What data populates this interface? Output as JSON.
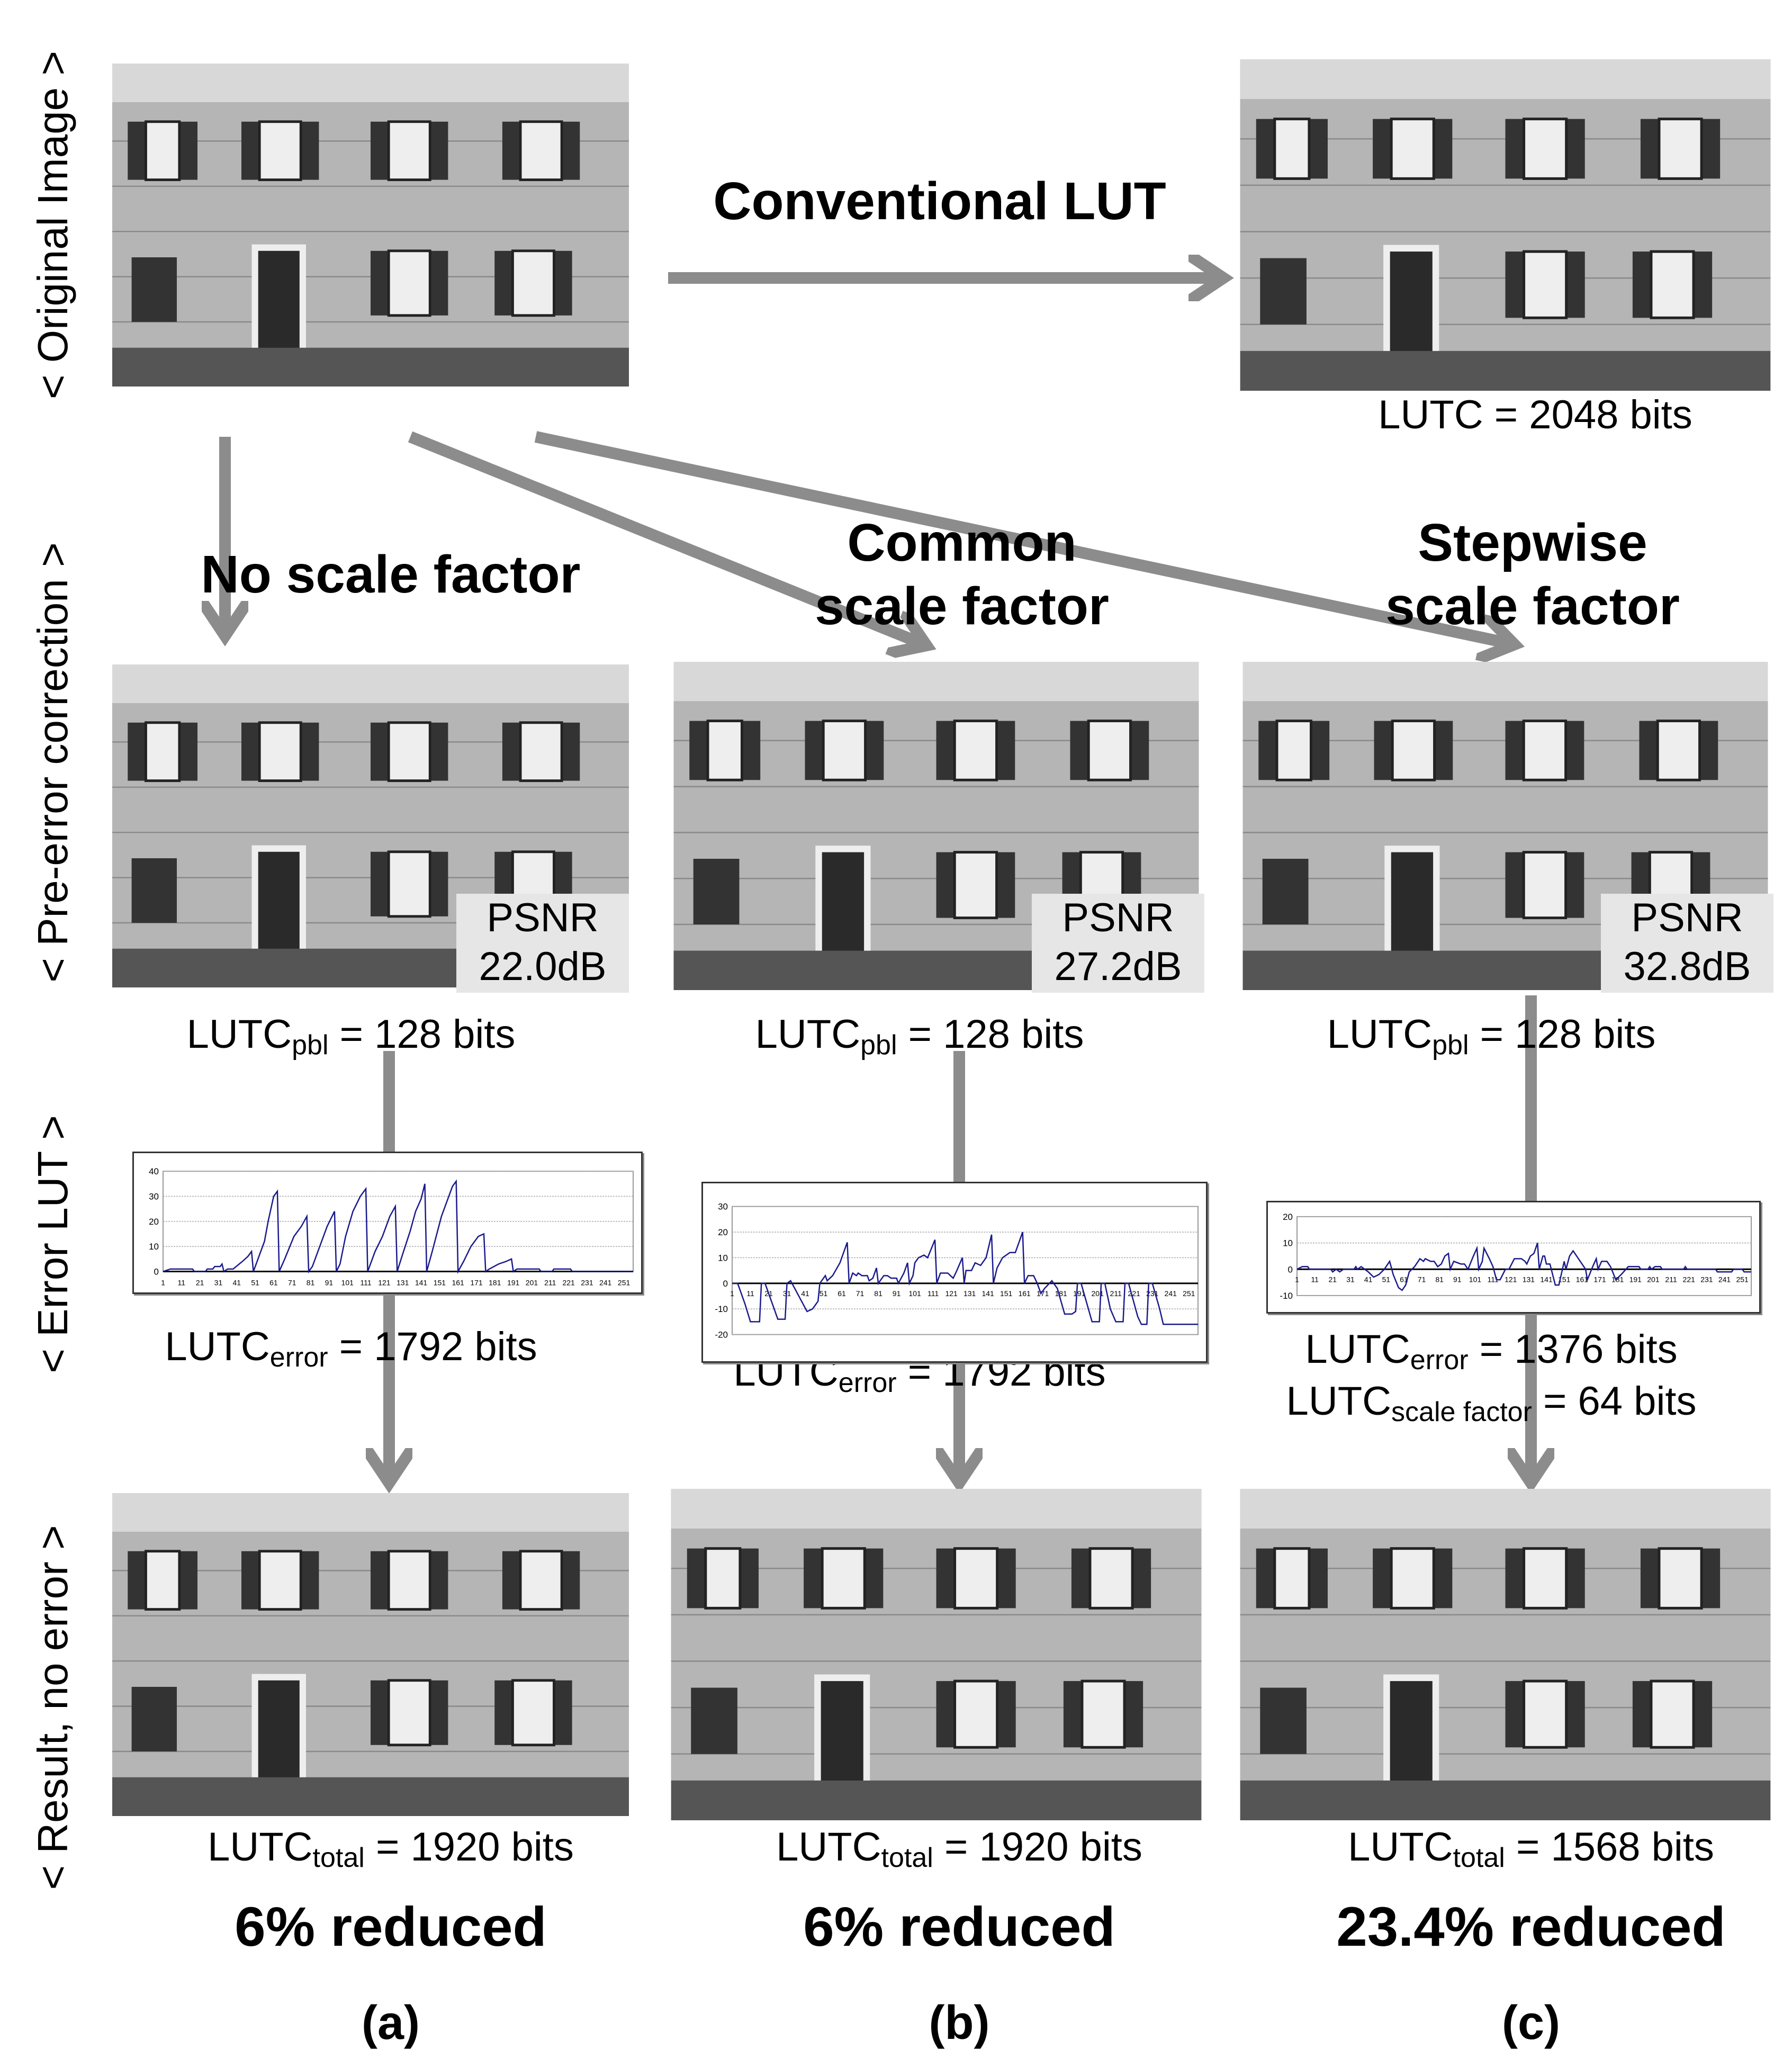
{
  "row_labels": [
    "< Original Image >",
    "< Pre-error correction >",
    "< Error LUT >",
    "< Result, no error >"
  ],
  "conventional": {
    "title": "Conventional LUT",
    "caption": "LUTC = 2048 bits"
  },
  "columns": [
    {
      "header": [
        "No scale factor"
      ],
      "psnr_label": "PSNR",
      "psnr_value": "22.0dB",
      "pbl": {
        "base": "LUTC",
        "sub": "pbl",
        "rest": " = 128 bits"
      },
      "error": [
        {
          "base": "LUTC",
          "sub": "error",
          "rest": " = 1792 bits"
        }
      ],
      "total": {
        "base": "LUTC",
        "sub": "total",
        "rest": " = 1920 bits"
      },
      "reduced": "6% reduced",
      "tag": "(a)"
    },
    {
      "header": [
        "Common",
        "scale factor"
      ],
      "psnr_label": "PSNR",
      "psnr_value": "27.2dB",
      "pbl": {
        "base": "LUTC",
        "sub": "pbl",
        "rest": " = 128 bits"
      },
      "error": [
        {
          "base": "LUTC",
          "sub": "error",
          "rest": " = 1792 bits"
        }
      ],
      "total": {
        "base": "LUTC",
        "sub": "total",
        "rest": " = 1920 bits"
      },
      "reduced": "6% reduced",
      "tag": "(b)"
    },
    {
      "header": [
        "Stepwise",
        "scale factor"
      ],
      "psnr_label": "PSNR",
      "psnr_value": "32.8dB",
      "pbl": {
        "base": "LUTC",
        "sub": "pbl",
        "rest": " = 128 bits"
      },
      "error": [
        {
          "base": "LUTC",
          "sub": "error",
          "rest": " = 1376 bits"
        },
        {
          "base": "LUTC",
          "sub": "scale factor",
          "rest": " = 64 bits"
        }
      ],
      "total": {
        "base": "LUTC",
        "sub": "total",
        "rest": " = 1568 bits"
      },
      "reduced": "23.4% reduced",
      "tag": "(c)"
    }
  ],
  "colors": {
    "arrow": "#8c8c8c",
    "line": "#1a1a8c",
    "psnr_bg": "#e6e6e6"
  },
  "chart_data": [
    {
      "type": "line",
      "title": "",
      "xticks": [
        1,
        11,
        21,
        31,
        41,
        51,
        61,
        71,
        81,
        91,
        101,
        111,
        121,
        131,
        141,
        151,
        161,
        171,
        181,
        191,
        201,
        211,
        221,
        231,
        241,
        251
      ],
      "ylim": [
        0,
        40
      ],
      "yticks": [
        0,
        10,
        20,
        30,
        40
      ],
      "points": [
        [
          1,
          0
        ],
        [
          5,
          1
        ],
        [
          17,
          1
        ],
        [
          18,
          0
        ],
        [
          24,
          0
        ],
        [
          25,
          1
        ],
        [
          28,
          1
        ],
        [
          29,
          2
        ],
        [
          32,
          2
        ],
        [
          33,
          3
        ],
        [
          34,
          0
        ],
        [
          36,
          1
        ],
        [
          39,
          1
        ],
        [
          44,
          4
        ],
        [
          47,
          6
        ],
        [
          49,
          8
        ],
        [
          50,
          0
        ],
        [
          52,
          4
        ],
        [
          56,
          12
        ],
        [
          58,
          20
        ],
        [
          61,
          30
        ],
        [
          63,
          32
        ],
        [
          64,
          0
        ],
        [
          67,
          5
        ],
        [
          72,
          14
        ],
        [
          76,
          18
        ],
        [
          79,
          22
        ],
        [
          80,
          0
        ],
        [
          82,
          2
        ],
        [
          86,
          10
        ],
        [
          90,
          18
        ],
        [
          94,
          24
        ],
        [
          95,
          0
        ],
        [
          97,
          3
        ],
        [
          100,
          14
        ],
        [
          104,
          24
        ],
        [
          108,
          30
        ],
        [
          111,
          33
        ],
        [
          112,
          0
        ],
        [
          116,
          8
        ],
        [
          120,
          14
        ],
        [
          124,
          22
        ],
        [
          127,
          26
        ],
        [
          128,
          0
        ],
        [
          131,
          7
        ],
        [
          135,
          16
        ],
        [
          138,
          24
        ],
        [
          141,
          29
        ],
        [
          143,
          35
        ],
        [
          144,
          0
        ],
        [
          147,
          8
        ],
        [
          152,
          22
        ],
        [
          155,
          28
        ],
        [
          158,
          34
        ],
        [
          160,
          36
        ],
        [
          161,
          0
        ],
        [
          164,
          4
        ],
        [
          168,
          10
        ],
        [
          172,
          14
        ],
        [
          175,
          15
        ],
        [
          176,
          0
        ],
        [
          178,
          1
        ],
        [
          183,
          3
        ],
        [
          187,
          4
        ],
        [
          190,
          5
        ],
        [
          191,
          0
        ],
        [
          193,
          1
        ],
        [
          205,
          1
        ],
        [
          206,
          0
        ],
        [
          212,
          0
        ],
        [
          213,
          1
        ],
        [
          222,
          1
        ],
        [
          223,
          0
        ],
        [
          256,
          0
        ]
      ]
    },
    {
      "type": "line",
      "title": "",
      "xticks": [
        1,
        11,
        21,
        31,
        41,
        51,
        61,
        71,
        81,
        91,
        101,
        111,
        121,
        131,
        141,
        151,
        161,
        171,
        181,
        191,
        201,
        211,
        221,
        231,
        241,
        251
      ],
      "ylim": [
        -20,
        30
      ],
      "yticks": [
        -20,
        -10,
        0,
        10,
        20,
        30
      ],
      "points": [
        [
          1,
          0
        ],
        [
          4,
          0
        ],
        [
          8,
          -8
        ],
        [
          11,
          -15
        ],
        [
          16,
          -15
        ],
        [
          17,
          0
        ],
        [
          19,
          0
        ],
        [
          24,
          -10
        ],
        [
          26,
          -14
        ],
        [
          30,
          -14
        ],
        [
          31,
          0
        ],
        [
          33,
          1
        ],
        [
          36,
          -3
        ],
        [
          42,
          -11
        ],
        [
          45,
          -10
        ],
        [
          48,
          -7
        ],
        [
          49,
          0
        ],
        [
          52,
          3
        ],
        [
          53,
          1
        ],
        [
          56,
          3
        ],
        [
          60,
          8
        ],
        [
          63,
          14
        ],
        [
          64,
          16
        ],
        [
          65,
          0
        ],
        [
          67,
          4
        ],
        [
          69,
          3
        ],
        [
          70,
          4
        ],
        [
          72,
          3
        ],
        [
          75,
          3
        ],
        [
          76,
          1
        ],
        [
          78,
          2
        ],
        [
          80,
          6
        ],
        [
          81,
          0
        ],
        [
          84,
          3
        ],
        [
          86,
          3
        ],
        [
          88,
          2
        ],
        [
          91,
          2
        ],
        [
          92,
          0
        ],
        [
          95,
          4
        ],
        [
          97,
          8
        ],
        [
          98,
          0
        ],
        [
          100,
          3
        ],
        [
          101,
          8
        ],
        [
          103,
          10
        ],
        [
          106,
          11
        ],
        [
          108,
          10
        ],
        [
          112,
          17
        ],
        [
          113,
          0
        ],
        [
          115,
          4
        ],
        [
          119,
          4
        ],
        [
          122,
          2
        ],
        [
          124,
          5
        ],
        [
          127,
          10
        ],
        [
          128,
          0
        ],
        [
          129,
          5
        ],
        [
          132,
          5
        ],
        [
          134,
          8
        ],
        [
          137,
          7
        ],
        [
          140,
          10
        ],
        [
          143,
          19
        ],
        [
          144,
          0
        ],
        [
          146,
          6
        ],
        [
          149,
          10
        ],
        [
          153,
          12
        ],
        [
          156,
          12
        ],
        [
          160,
          20
        ],
        [
          161,
          0
        ],
        [
          163,
          3
        ],
        [
          166,
          3
        ],
        [
          168,
          0
        ],
        [
          170,
          -4
        ],
        [
          172,
          -2
        ],
        [
          176,
          1
        ],
        [
          179,
          -2
        ],
        [
          183,
          -12
        ],
        [
          187,
          -12
        ],
        [
          189,
          -11
        ],
        [
          190,
          0
        ],
        [
          192,
          0
        ],
        [
          196,
          -10
        ],
        [
          198,
          -15
        ],
        [
          202,
          -15
        ],
        [
          203,
          0
        ],
        [
          205,
          0
        ],
        [
          208,
          -10
        ],
        [
          211,
          -15
        ],
        [
          215,
          -15
        ],
        [
          216,
          0
        ],
        [
          218,
          0
        ],
        [
          223,
          -13
        ],
        [
          225,
          -16
        ],
        [
          228,
          -16
        ],
        [
          229,
          0
        ],
        [
          231,
          0
        ],
        [
          235,
          -10
        ],
        [
          237,
          -16
        ],
        [
          256,
          -16
        ]
      ]
    },
    {
      "type": "line",
      "title": "",
      "xticks": [
        1,
        11,
        21,
        31,
        41,
        51,
        61,
        71,
        81,
        91,
        101,
        111,
        121,
        131,
        141,
        151,
        161,
        171,
        181,
        191,
        201,
        211,
        221,
        231,
        241,
        251
      ],
      "ylim": [
        -10,
        20
      ],
      "yticks": [
        -10,
        0,
        10,
        20
      ],
      "points": [
        [
          1,
          0
        ],
        [
          4,
          1
        ],
        [
          7,
          1
        ],
        [
          8,
          0
        ],
        [
          20,
          0
        ],
        [
          21,
          -1
        ],
        [
          23,
          0
        ],
        [
          25,
          -1
        ],
        [
          27,
          0
        ],
        [
          33,
          0
        ],
        [
          34,
          1
        ],
        [
          35,
          0
        ],
        [
          37,
          1
        ],
        [
          39,
          0
        ],
        [
          41,
          -1
        ],
        [
          44,
          -3
        ],
        [
          47,
          -2
        ],
        [
          50,
          0
        ],
        [
          53,
          3
        ],
        [
          55,
          -2
        ],
        [
          58,
          -7
        ],
        [
          60,
          -8
        ],
        [
          62,
          -6
        ],
        [
          64,
          -1
        ],
        [
          67,
          1
        ],
        [
          70,
          4
        ],
        [
          72,
          3
        ],
        [
          73,
          4
        ],
        [
          76,
          3
        ],
        [
          78,
          3
        ],
        [
          80,
          1
        ],
        [
          82,
          2
        ],
        [
          84,
          5
        ],
        [
          86,
          6
        ],
        [
          87,
          0
        ],
        [
          89,
          3
        ],
        [
          93,
          2
        ],
        [
          95,
          2
        ],
        [
          97,
          0
        ],
        [
          100,
          5
        ],
        [
          102,
          8
        ],
        [
          103,
          0
        ],
        [
          105,
          3
        ],
        [
          106,
          8
        ],
        [
          109,
          4
        ],
        [
          111,
          1
        ],
        [
          113,
          -4
        ],
        [
          115,
          -4
        ],
        [
          118,
          0
        ],
        [
          120,
          0
        ],
        [
          123,
          4
        ],
        [
          127,
          4
        ],
        [
          129,
          3
        ],
        [
          130,
          2
        ],
        [
          132,
          5
        ],
        [
          134,
          6
        ],
        [
          136,
          10
        ],
        [
          137,
          0
        ],
        [
          139,
          5
        ],
        [
          140,
          5
        ],
        [
          141,
          2
        ],
        [
          143,
          2
        ],
        [
          146,
          -6
        ],
        [
          148,
          -6
        ],
        [
          150,
          0
        ],
        [
          151,
          3
        ],
        [
          152,
          0
        ],
        [
          154,
          5
        ],
        [
          156,
          7
        ],
        [
          158,
          5
        ],
        [
          161,
          2
        ],
        [
          163,
          0
        ],
        [
          164,
          -4
        ],
        [
          167,
          1
        ],
        [
          169,
          4
        ],
        [
          170,
          0
        ],
        [
          172,
          3
        ],
        [
          175,
          3
        ],
        [
          177,
          1
        ],
        [
          180,
          -4
        ],
        [
          183,
          -2
        ],
        [
          187,
          1
        ],
        [
          193,
          1
        ],
        [
          194,
          0
        ],
        [
          198,
          0
        ],
        [
          199,
          1
        ],
        [
          200,
          0
        ],
        [
          202,
          1
        ],
        [
          205,
          1
        ],
        [
          206,
          0
        ],
        [
          218,
          0
        ],
        [
          219,
          1
        ],
        [
          220,
          0
        ],
        [
          236,
          0
        ],
        [
          237,
          -1
        ],
        [
          245,
          -1
        ],
        [
          246,
          0
        ],
        [
          251,
          0
        ],
        [
          252,
          -1
        ],
        [
          256,
          -1
        ]
      ]
    }
  ]
}
